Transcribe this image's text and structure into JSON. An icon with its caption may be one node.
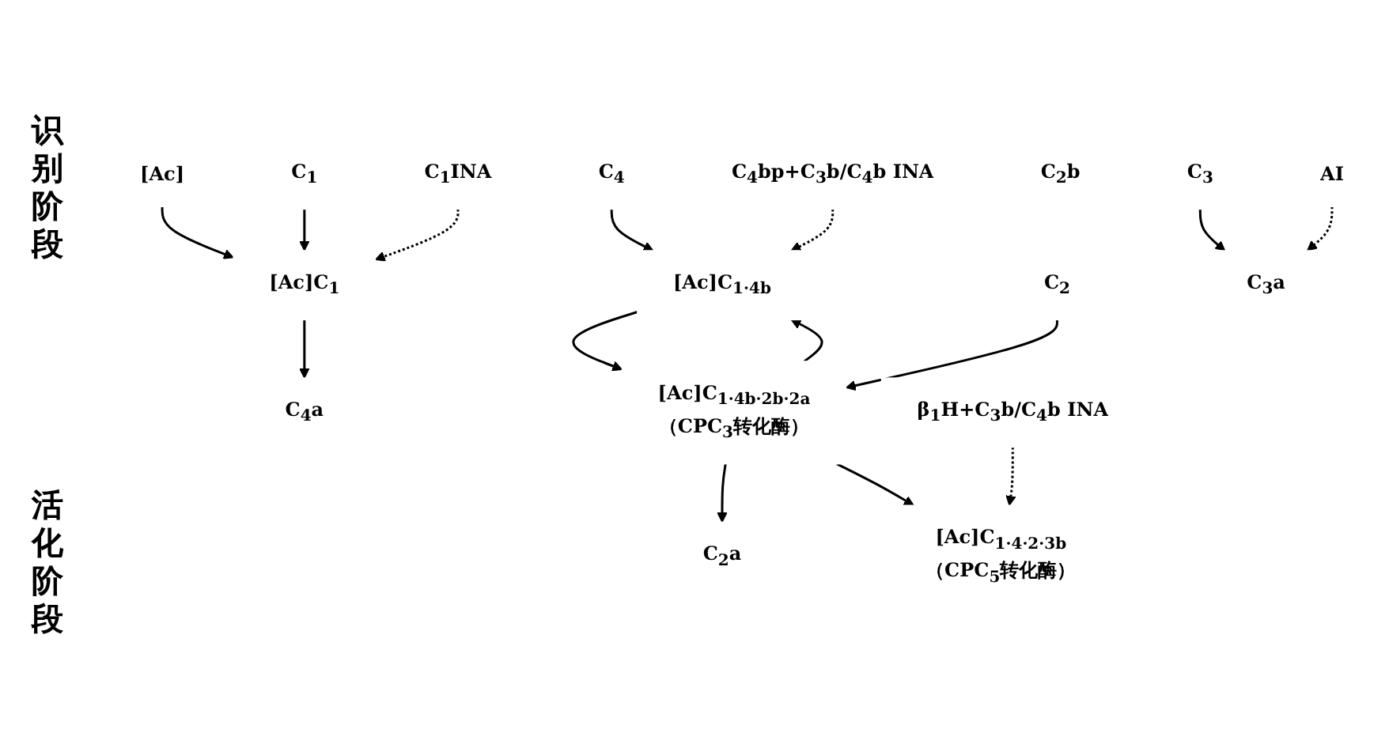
{
  "diagram": {
    "nodes": [
      {
        "text": [
          "[Ac]"
        ]
      },
      {
        "text": [
          "C$_{1}$"
        ]
      },
      {
        "text": [
          "[Ac]C$_{1}$"
        ]
      },
      {
        "text": [
          "C$_{1}$INA"
        ]
      },
      {
        "text": [
          "C$_{4}$"
        ]
      },
      {
        "text": [
          "C$_{4}$a"
        ]
      },
      {
        "text": [
          "[Ac]C$_{1·4b}$"
        ]
      },
      {
        "text": [
          "C$_{4}$bp+C$_{3}$b/C$_{4}$b INA"
        ]
      },
      {
        "text": [
          "C$_{2}$"
        ]
      },
      {
        "text": [
          "C$_{2}$a"
        ]
      },
      {
        "text": [
          "C$_{2}$b"
        ]
      },
      {
        "text": [
          "[Ac]C$_{1·4b·2b·2a}$",
          "（CPC$_{3}$转化酶）"
        ]
      },
      {
        "text": [
          "C$_{3}$"
        ]
      },
      {
        "text": [
          "C$_{3}$a"
        ]
      },
      {
        "text": [
          "AI"
        ]
      },
      {
        "text": [
          "[Ac]C$_{1·4·2·3b}$",
          "（CPC$_{5}$转化酶）"
        ]
      },
      {
        "text": [
          "β$_{1}$H+C$_{3}$b/C$_{4}$b INA"
        ]
      }
    ],
    "edges": [
      {
        "from": 0,
        "to": 2,
        "arrow": "to"
      },
      {
        "from": 1,
        "to": 2,
        "arrow": "to"
      },
      {
        "from": 3,
        "to": 2,
        "arrow": "to",
        "style": "dashed"
      },
      {
        "from": 2,
        "to": 5,
        "arrow": "to"
      },
      {
        "from": 4,
        "to": 6,
        "arrow": "to"
      },
      {
        "from": 7,
        "to": 6,
        "arrow": "to",
        "style": "dashed"
      },
      {
        "from": 6,
        "to": 11,
        "arrow": "to"
      },
      {
        "from": 8,
        "to": 11,
        "arrow": "to"
      },
      {
        "from": 11,
        "to": 6,
        "arrow": "to"
      },
      {
        "from": 11,
        "to": 9,
        "arrow": "to"
      },
      {
        "from": 11,
        "to": 15,
        "arrow": "to"
      },
      {
        "from": 12,
        "to": 13,
        "arrow": "to"
      },
      {
        "from": 14,
        "to": 13,
        "arrow": "to",
        "style": "dashed"
      },
      {
        "from": 16,
        "to": 15,
        "arrow": "to",
        "style": "dashed"
      }
    ],
    "labels": [
      "识别阶段",
      "活化阶段"
    ]
  }
}
